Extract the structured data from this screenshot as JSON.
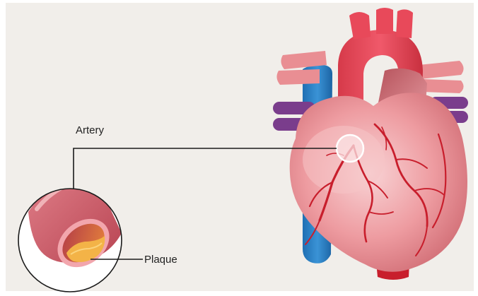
{
  "labels": {
    "artery": "Artery",
    "plaque": "Plaque"
  },
  "colors": {
    "background": "#f1eeea",
    "heart_muscle": "#e98e93",
    "heart_highlight": "#f6c4c7",
    "aorta": "#e8495a",
    "vena_cava": "#2f84c8",
    "pulmonary": "#7a3d8c",
    "coronary_artery": "#c81e2c",
    "plaque": "#f3b347",
    "leader_line": "#1a1a1a"
  },
  "icons": {
    "heart": "heart-illustration",
    "artery_cross_section": "artery-cross-section-illustration"
  }
}
